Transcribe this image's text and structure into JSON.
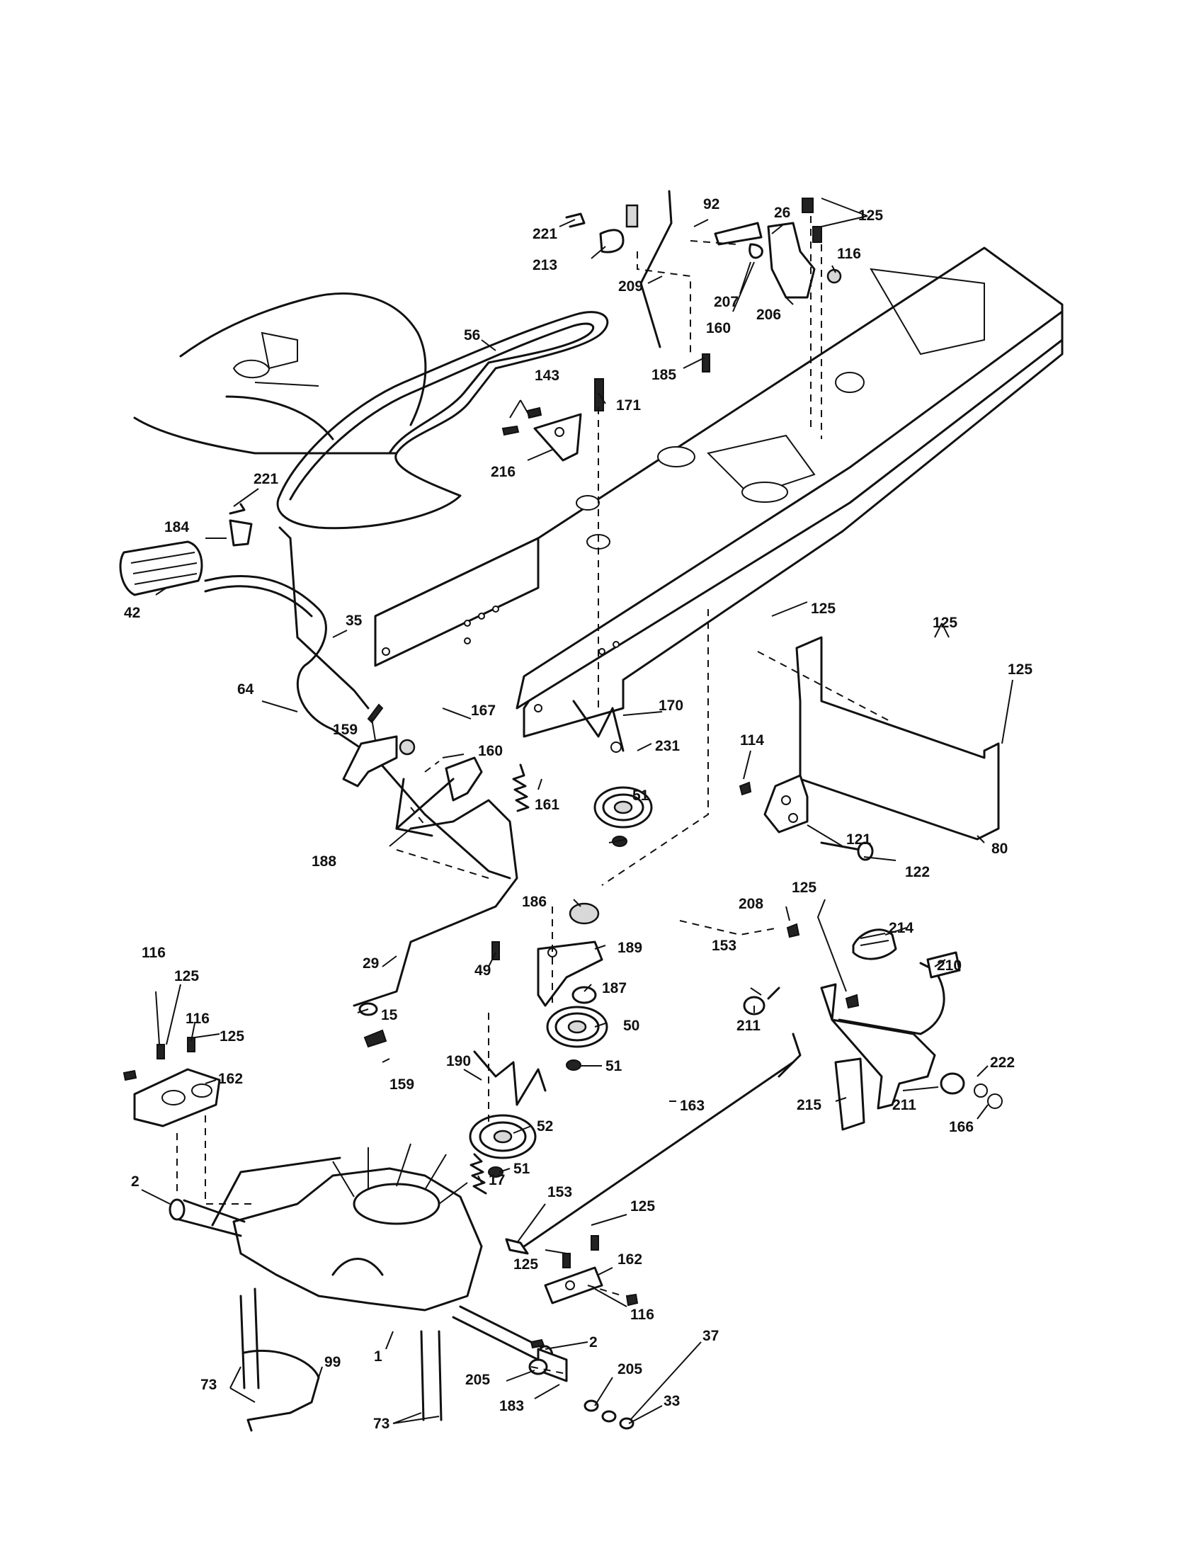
{
  "diagram": {
    "callouts": [
      {
        "id": "c221a",
        "text": "221"
      },
      {
        "id": "c213",
        "text": "213"
      },
      {
        "id": "c209",
        "text": "209"
      },
      {
        "id": "c92",
        "text": "92"
      },
      {
        "id": "c26",
        "text": "26"
      },
      {
        "id": "c125a",
        "text": "125"
      },
      {
        "id": "c116a",
        "text": "116"
      },
      {
        "id": "c207",
        "text": "207"
      },
      {
        "id": "c160a",
        "text": "160"
      },
      {
        "id": "c206",
        "text": "206"
      },
      {
        "id": "c56",
        "text": "56"
      },
      {
        "id": "c185",
        "text": "185"
      },
      {
        "id": "c143",
        "text": "143"
      },
      {
        "id": "c171",
        "text": "171"
      },
      {
        "id": "c216",
        "text": "216"
      },
      {
        "id": "c221b",
        "text": "221"
      },
      {
        "id": "c184",
        "text": "184"
      },
      {
        "id": "c42",
        "text": "42"
      },
      {
        "id": "c35",
        "text": "35"
      },
      {
        "id": "c125b",
        "text": "125"
      },
      {
        "id": "c125c",
        "text": "125"
      },
      {
        "id": "c125d",
        "text": "125"
      },
      {
        "id": "c64",
        "text": "64"
      },
      {
        "id": "c167",
        "text": "167"
      },
      {
        "id": "c170",
        "text": "170"
      },
      {
        "id": "c159a",
        "text": "159"
      },
      {
        "id": "c160b",
        "text": "160"
      },
      {
        "id": "c231",
        "text": "231"
      },
      {
        "id": "c114",
        "text": "114"
      },
      {
        "id": "c51a",
        "text": "51"
      },
      {
        "id": "c161",
        "text": "161"
      },
      {
        "id": "c121",
        "text": "121"
      },
      {
        "id": "c80",
        "text": "80"
      },
      {
        "id": "c188",
        "text": "188"
      },
      {
        "id": "c122",
        "text": "122"
      },
      {
        "id": "c186",
        "text": "186"
      },
      {
        "id": "c125e",
        "text": "125"
      },
      {
        "id": "c208",
        "text": "208"
      },
      {
        "id": "c214",
        "text": "214"
      },
      {
        "id": "c189",
        "text": "189"
      },
      {
        "id": "c153a",
        "text": "153"
      },
      {
        "id": "c210",
        "text": "210"
      },
      {
        "id": "c116b",
        "text": "116"
      },
      {
        "id": "c29",
        "text": "29"
      },
      {
        "id": "c49",
        "text": "49"
      },
      {
        "id": "c125f",
        "text": "125"
      },
      {
        "id": "c187",
        "text": "187"
      },
      {
        "id": "c116c",
        "text": "116"
      },
      {
        "id": "c15",
        "text": "15"
      },
      {
        "id": "c211a",
        "text": "211"
      },
      {
        "id": "c50",
        "text": "50"
      },
      {
        "id": "c125g",
        "text": "125"
      },
      {
        "id": "c222",
        "text": "222"
      },
      {
        "id": "c190",
        "text": "190"
      },
      {
        "id": "c51b",
        "text": "51"
      },
      {
        "id": "c159b",
        "text": "159"
      },
      {
        "id": "c162a",
        "text": "162"
      },
      {
        "id": "c163",
        "text": "163"
      },
      {
        "id": "c215",
        "text": "215"
      },
      {
        "id": "c211b",
        "text": "211"
      },
      {
        "id": "c166",
        "text": "166"
      },
      {
        "id": "c52",
        "text": "52"
      },
      {
        "id": "c51c",
        "text": "51"
      },
      {
        "id": "c2a",
        "text": "2"
      },
      {
        "id": "c17",
        "text": "17"
      },
      {
        "id": "c153b",
        "text": "153"
      },
      {
        "id": "c125h",
        "text": "125"
      },
      {
        "id": "c125i",
        "text": "125"
      },
      {
        "id": "c162b",
        "text": "162"
      },
      {
        "id": "c116d",
        "text": "116"
      },
      {
        "id": "c2b",
        "text": "2"
      },
      {
        "id": "c37",
        "text": "37"
      },
      {
        "id": "c205a",
        "text": "205"
      },
      {
        "id": "c99",
        "text": "99"
      },
      {
        "id": "c1",
        "text": "1"
      },
      {
        "id": "c73a",
        "text": "73"
      },
      {
        "id": "c205b",
        "text": "205"
      },
      {
        "id": "c33",
        "text": "33"
      },
      {
        "id": "c183",
        "text": "183"
      },
      {
        "id": "c73b",
        "text": "73"
      }
    ]
  }
}
